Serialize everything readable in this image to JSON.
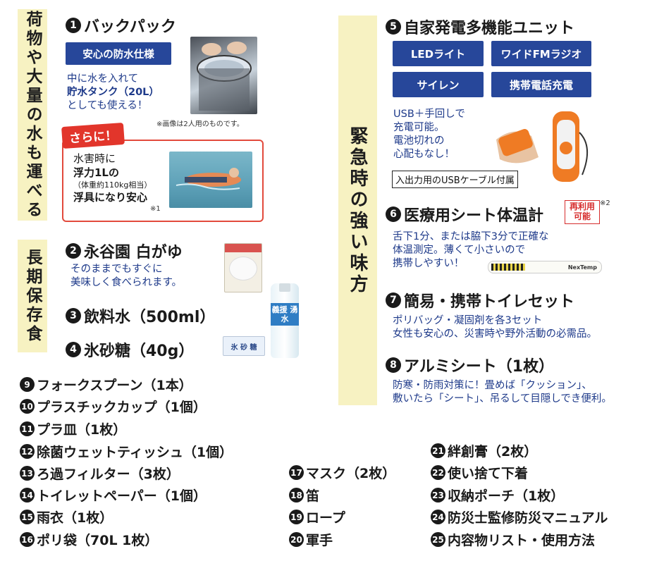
{
  "left_band_1": "荷物や大量の水も運べる",
  "left_band_2": "長期保存食",
  "mid_band": "緊急時の強い味方",
  "item1": {
    "num": "1",
    "title": "バックパック",
    "badge": "安心の防水仕様",
    "desc1": "中に水を入れて",
    "desc2": "貯水タンク（20L）",
    "desc3": "としても使える！",
    "note": "※画像は2人用のものです。",
    "sarani": "さらに！",
    "float1": "水害時に",
    "float2": "浮力1Lの",
    "float3": "（体重約110kg相当）",
    "float4": "浮具になり安心",
    "float_note": "※1"
  },
  "item2": {
    "num": "2",
    "title": "永谷園 白がゆ",
    "desc1": "そのままでもすぐに",
    "desc2": "美味しく食べられます。"
  },
  "item3": {
    "num": "3",
    "title": "飲料水（500ml）"
  },
  "item4": {
    "num": "4",
    "title": "氷砂糖（40g）"
  },
  "item5": {
    "num": "5",
    "title": "自家発電多機能ユニット",
    "buttons": [
      "LEDライト",
      "ワイドFMラジオ",
      "サイレン",
      "携帯電話充電"
    ],
    "desc1": "USB＋手回しで",
    "desc2": "充電可能。",
    "desc3": "電池切れの",
    "desc4": "心配もなし！",
    "cable": "入出力用のUSBケーブル付属"
  },
  "item6": {
    "num": "6",
    "title": "医療用シート体温計",
    "reuse1": "再利用",
    "reuse2": "可能",
    "note": "※2",
    "desc1": "舌下1分、または脇下3分で正確な",
    "desc2": "体温測定。薄くて小さいので",
    "desc3": "携帯しやすい！",
    "brand": "NexTemp"
  },
  "item7": {
    "num": "7",
    "title": "簡易・携帯トイレセット",
    "desc1": "ポリバッグ・凝固剤を各3セット",
    "desc2": "女性も安心の、災害時や野外活動の必需品。"
  },
  "item8": {
    "num": "8",
    "title": "アルミシート（1枚）",
    "desc1": "防寒・防雨対策に！畳めば「クッション」、",
    "desc2": "敷いたら「シート」、吊るして目隠しでき便利。"
  },
  "bottle_label": "義援 湧水",
  "candy_label": "氷 砂 糖",
  "list": [
    {
      "num": "9",
      "label": "フォークスプーン（1本）"
    },
    {
      "num": "10",
      "label": "プラスチックカップ（1個）"
    },
    {
      "num": "11",
      "label": "プラ皿（1枚）"
    },
    {
      "num": "12",
      "label": "除菌ウェットティッシュ（1個）"
    },
    {
      "num": "13",
      "label": "ろ過フィルター（3枚）"
    },
    {
      "num": "14",
      "label": "トイレットペーパー（1個）"
    },
    {
      "num": "15",
      "label": "雨衣（1枚）"
    },
    {
      "num": "16",
      "label": "ポリ袋（70L 1枚）"
    },
    {
      "num": "17",
      "label": "マスク（2枚）"
    },
    {
      "num": "18",
      "label": "笛"
    },
    {
      "num": "19",
      "label": "ロープ"
    },
    {
      "num": "20",
      "label": "軍手"
    },
    {
      "num": "21",
      "label": "絆創膏（2枚）"
    },
    {
      "num": "22",
      "label": "使い捨て下着"
    },
    {
      "num": "23",
      "label": "収納ポーチ（1枚）"
    },
    {
      "num": "24",
      "label": "防災士監修防災マニュアル"
    },
    {
      "num": "25",
      "label": "内容物リスト・使用方法"
    }
  ]
}
